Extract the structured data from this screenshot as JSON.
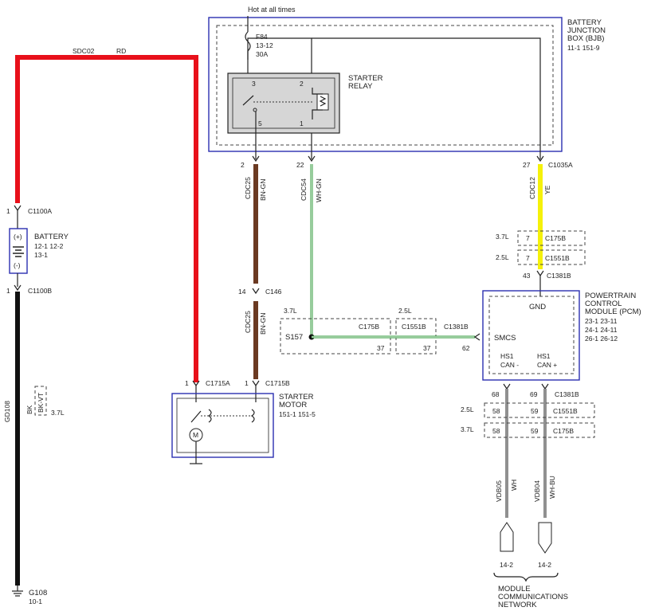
{
  "header": {
    "hot_note": "Hot at all times"
  },
  "bjb": {
    "title": [
      "BATTERY",
      "JUNCTION",
      "BOX (BJB)"
    ],
    "ref": "11-1   151-9",
    "fuse": {
      "name": "F84",
      "ref": "13-12",
      "rating": "30A"
    },
    "relay": {
      "title": [
        "STARTER",
        "RELAY"
      ],
      "pins": [
        "3",
        "2",
        "5",
        "1"
      ]
    }
  },
  "battery": {
    "title": "BATTERY",
    "ref1": "12-1   12-2",
    "ref2": "13-1",
    "plus": "(+)",
    "minus": "(-)"
  },
  "connectors": {
    "c1100a": "C1100A",
    "c1100a_pin": "1",
    "c1100b": "C1100B",
    "c1100b_pin": "1",
    "c1715a": "C1715A",
    "c1715a_pin": "1",
    "c1715b": "C1715B",
    "c1715b_pin": "1",
    "c146": "C146",
    "c146_pin": "14",
    "c1035a": "C1035A",
    "c1035a_pin": "27",
    "bjb_pin2": "2",
    "bjb_pin22": "22",
    "c1381b_top": "C1381B",
    "c1381b_top_pin": "43",
    "c1381b_right": "C1381B",
    "c1381b_right_pin": "62",
    "c1381b_bottom": "C1381B",
    "c1381b_pin68": "68",
    "c1381b_pin69": "69"
  },
  "wires": {
    "sdc02": "SDC02",
    "rd": "RD",
    "gd108": "GD108",
    "bk": "BK",
    "bkvt": "BK-VT",
    "bkvt_note": "3.7L",
    "cdc25_upper": "CDC25",
    "bngn_upper": "BN-GN",
    "cdc25_lower": "CDC25",
    "bngn_lower": "BN-GN",
    "cdc54": "CDC54",
    "whgn": "WH-GN",
    "cdc12": "CDC12",
    "ye": "YE",
    "vdb05": "VDB05",
    "wh": "WH",
    "vdb04": "VDB04",
    "whbu": "WH-BU",
    "color_red": "#e8101a",
    "color_black": "#111111",
    "color_brown": "#6b3a22",
    "color_yellow": "#f5f10a",
    "color_green": "#2f9a3a"
  },
  "inline_connectors": {
    "top_37l": "3.7L",
    "top_37l_pin": "7",
    "top_37l_name": "C175B",
    "top_25l": "2.5L",
    "top_25l_pin": "7",
    "top_25l_name": "C1551B",
    "mid_37l": "3.7L",
    "mid_25l": "2.5L",
    "s157": "S157",
    "mid_c175b": "C175B",
    "mid_c175b_pin": "37",
    "mid_c1551b": "C1551B",
    "mid_c1551b_pin": "37",
    "bot_25l": "2.5L",
    "bot_25l_pin1": "58",
    "bot_25l_pin2": "59",
    "bot_25l_name": "C1551B",
    "bot_37l": "3.7L",
    "bot_37l_pin1": "58",
    "bot_37l_pin2": "59",
    "bot_37l_name": "C175B"
  },
  "pcm": {
    "title": [
      "POWERTRAIN",
      "CONTROL",
      "MODULE (PCM)"
    ],
    "refs": [
      "23-1   23-11",
      "24-1   24-11",
      "26-1   26-12"
    ],
    "gnd": "GND",
    "smcs": "SMCS",
    "hs1_minus": [
      "HS1",
      "CAN -"
    ],
    "hs1_plus": [
      "HS1",
      "CAN +"
    ]
  },
  "motor": {
    "title": [
      "STARTER",
      "MOTOR"
    ],
    "ref": "151-1   151-5",
    "symbol": "M"
  },
  "ground": {
    "name": "G108",
    "ref": "10-1"
  },
  "network": {
    "ref1": "14-2",
    "ref2": "14-2",
    "title": [
      "MODULE",
      "COMMUNICATIONS",
      "NETWORK"
    ]
  }
}
